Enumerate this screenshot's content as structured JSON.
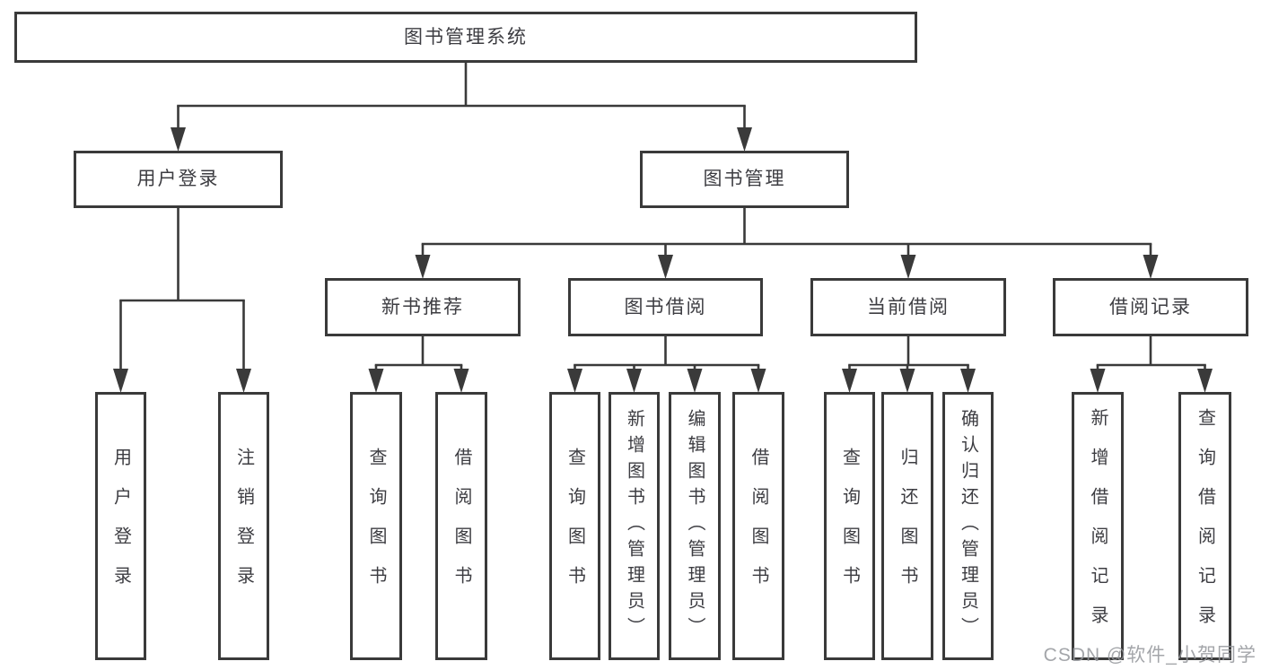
{
  "diagram": {
    "nodes": [
      {
        "id": "root",
        "label": "图书管理系统",
        "orientation": "horizontal"
      },
      {
        "id": "login",
        "label": "用户登录",
        "orientation": "horizontal"
      },
      {
        "id": "mgmt",
        "label": "图书管理",
        "orientation": "horizontal"
      },
      {
        "id": "rec",
        "label": "新书推荐",
        "orientation": "horizontal"
      },
      {
        "id": "borrow",
        "label": "图书借阅",
        "orientation": "horizontal"
      },
      {
        "id": "current",
        "label": "当前借阅",
        "orientation": "horizontal"
      },
      {
        "id": "records",
        "label": "借阅记录",
        "orientation": "horizontal"
      },
      {
        "id": "v_login",
        "label": "用户登录",
        "orientation": "vertical"
      },
      {
        "id": "v_logout",
        "label": "注销登录",
        "orientation": "vertical"
      },
      {
        "id": "v_q1",
        "label": "查询图书",
        "orientation": "vertical"
      },
      {
        "id": "v_b1",
        "label": "借阅图书",
        "orientation": "vertical"
      },
      {
        "id": "v_q2",
        "label": "查询图书",
        "orientation": "vertical"
      },
      {
        "id": "v_add",
        "label": "新增图书（管理员）",
        "orientation": "vertical"
      },
      {
        "id": "v_edit",
        "label": "编辑图书（管理员）",
        "orientation": "vertical"
      },
      {
        "id": "v_b2",
        "label": "借阅图书",
        "orientation": "vertical"
      },
      {
        "id": "v_q3",
        "label": "查询图书",
        "orientation": "vertical"
      },
      {
        "id": "v_ret",
        "label": "归还图书",
        "orientation": "vertical"
      },
      {
        "id": "v_conf",
        "label": "确认归还（管理员）",
        "orientation": "vertical"
      },
      {
        "id": "v_addrec",
        "label": "新增借阅记录",
        "orientation": "vertical"
      },
      {
        "id": "v_qrec",
        "label": "查询借阅记录",
        "orientation": "vertical"
      }
    ],
    "edges": [
      {
        "from": "root",
        "to": "login"
      },
      {
        "from": "root",
        "to": "mgmt"
      },
      {
        "from": "login",
        "to": "v_login"
      },
      {
        "from": "login",
        "to": "v_logout"
      },
      {
        "from": "mgmt",
        "to": "rec"
      },
      {
        "from": "mgmt",
        "to": "borrow"
      },
      {
        "from": "mgmt",
        "to": "current"
      },
      {
        "from": "mgmt",
        "to": "records"
      },
      {
        "from": "rec",
        "to": "v_q1"
      },
      {
        "from": "rec",
        "to": "v_b1"
      },
      {
        "from": "borrow",
        "to": "v_q2"
      },
      {
        "from": "borrow",
        "to": "v_add"
      },
      {
        "from": "borrow",
        "to": "v_edit"
      },
      {
        "from": "borrow",
        "to": "v_b2"
      },
      {
        "from": "current",
        "to": "v_q3"
      },
      {
        "from": "current",
        "to": "v_ret"
      },
      {
        "from": "current",
        "to": "v_conf"
      },
      {
        "from": "records",
        "to": "v_addrec"
      },
      {
        "from": "records",
        "to": "v_qrec"
      }
    ],
    "colors": {
      "line": "#3a3a3a",
      "box_border": "#3a3a3a",
      "text": "#3d3d42",
      "background": "#ffffff",
      "watermark": "#94969b"
    }
  },
  "watermark": {
    "text": "CSDN @软件_小贺同学"
  }
}
